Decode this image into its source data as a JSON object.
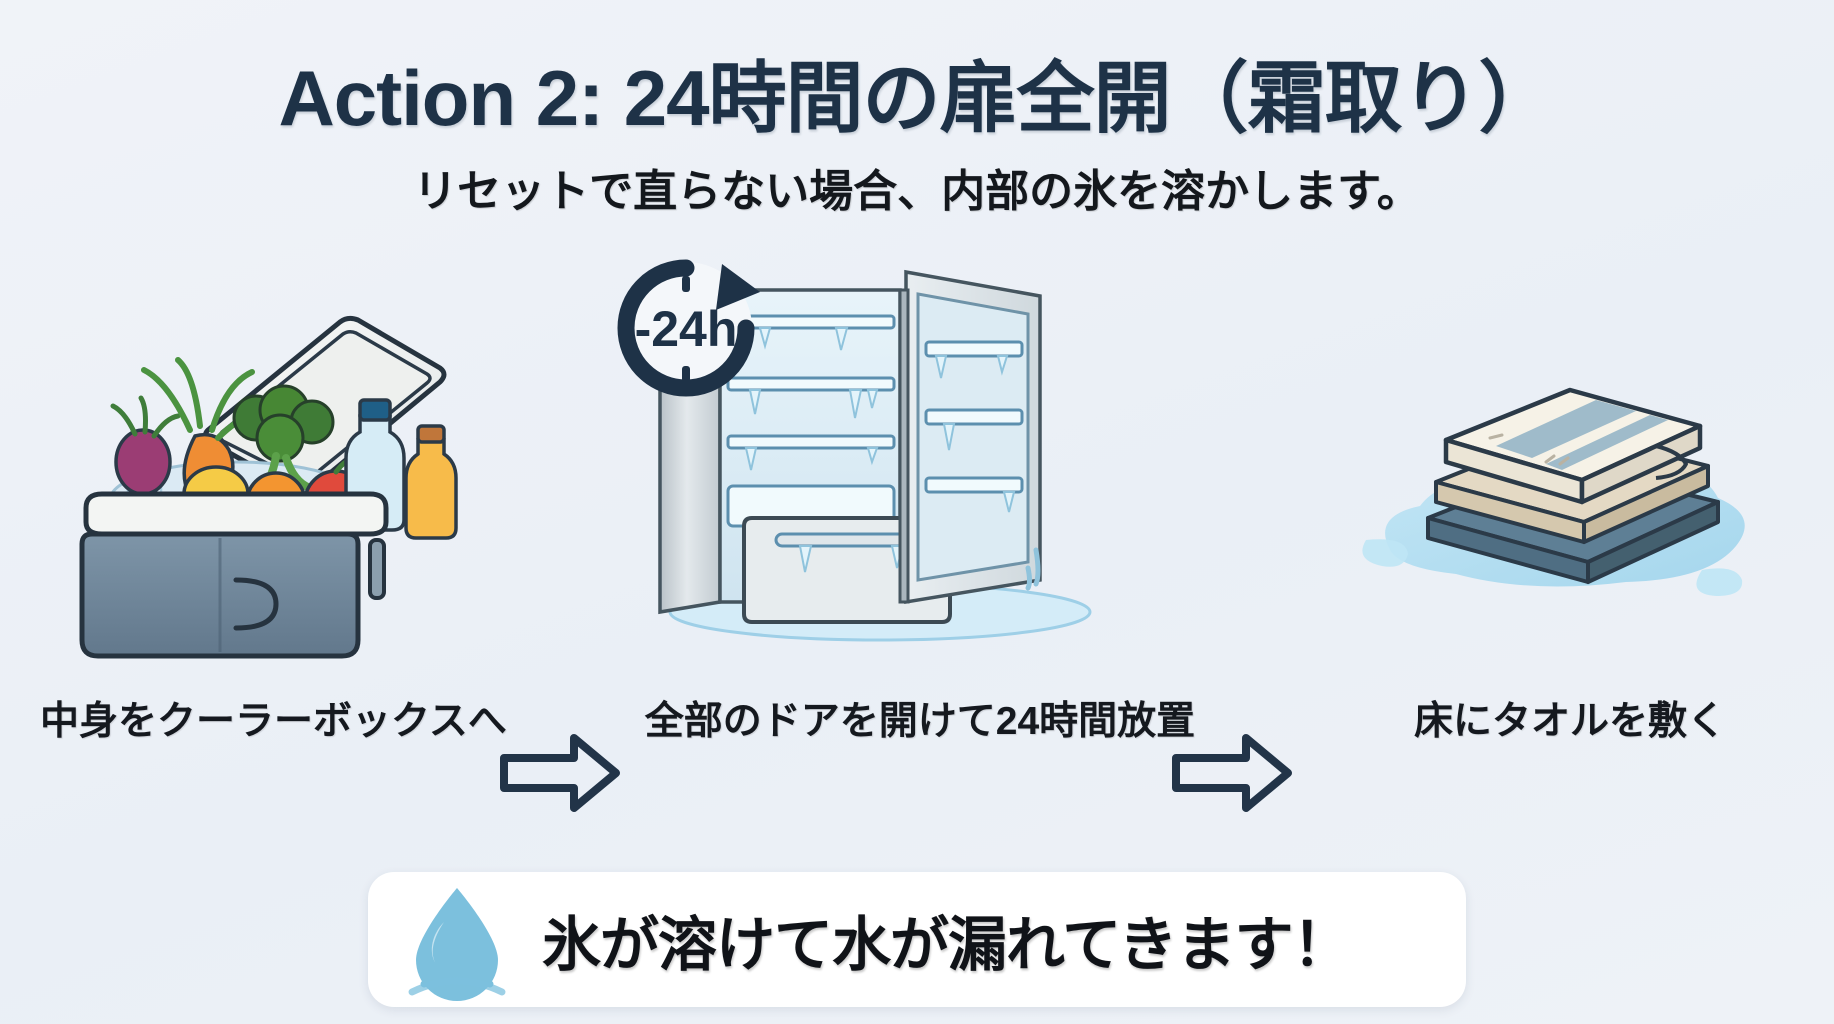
{
  "slide": {
    "background_color": "#eef2f7",
    "title": "Action 2: 24時間の扉全開（霜取り）",
    "title_color": "#1e3247",
    "subtitle": "リセットで直らない場合、内部の氷を溶かします。",
    "subtitle_color": "#14181d"
  },
  "steps": [
    {
      "id": "step-1",
      "caption": "中身をクーラーボックスへ",
      "illustration": "cooler-box-with-food-and-ice",
      "items": [
        "beet",
        "carrot",
        "broccoli",
        "tomato",
        "orange",
        "lemon",
        "water-bottle",
        "juice-bottle",
        "ice-cubes"
      ]
    },
    {
      "id": "step-2",
      "caption": "全部のドアを開けて24時間放置",
      "illustration": "open-refrigerator-with-frost",
      "badge": "-24h",
      "badge_color": "#1e3247"
    },
    {
      "id": "step-3",
      "caption": "床にタオルを敷く",
      "illustration": "stacked-towels-on-water-puddle"
    }
  ],
  "arrows": [
    {
      "id": "arrow-1",
      "direction": "right",
      "color": "#1e3247"
    },
    {
      "id": "arrow-2",
      "direction": "right",
      "color": "#1e3247"
    }
  ],
  "banner": {
    "text": "氷が溶けて水が漏れてきます！",
    "icon": "water-droplet-icon",
    "icon_color": "#7cc0dd",
    "background_color": "#ffffff",
    "text_color": "#101318"
  }
}
